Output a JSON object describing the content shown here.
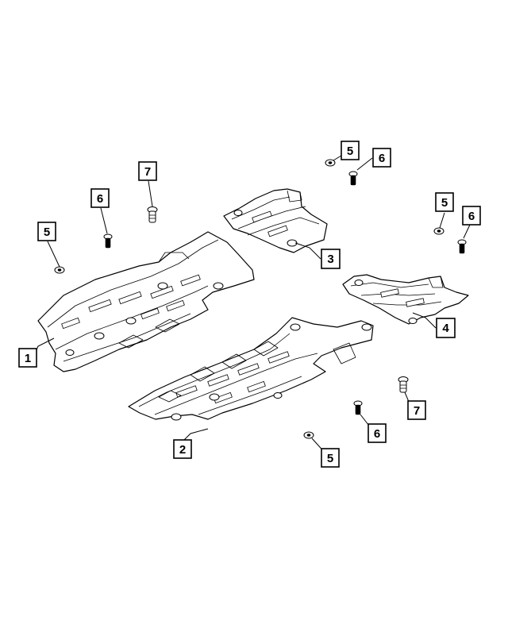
{
  "callouts": [
    {
      "id": "c1",
      "label": "1"
    },
    {
      "id": "c2",
      "label": "2"
    },
    {
      "id": "c3",
      "label": "3"
    },
    {
      "id": "c4",
      "label": "4"
    },
    {
      "id": "c5a",
      "label": "5"
    },
    {
      "id": "c5b",
      "label": "5"
    },
    {
      "id": "c5c",
      "label": "5"
    },
    {
      "id": "c5d",
      "label": "5"
    },
    {
      "id": "c6a",
      "label": "6"
    },
    {
      "id": "c6b",
      "label": "6"
    },
    {
      "id": "c6c",
      "label": "6"
    },
    {
      "id": "c6d",
      "label": "6"
    },
    {
      "id": "c7a",
      "label": "7"
    },
    {
      "id": "c7b",
      "label": "7"
    }
  ]
}
